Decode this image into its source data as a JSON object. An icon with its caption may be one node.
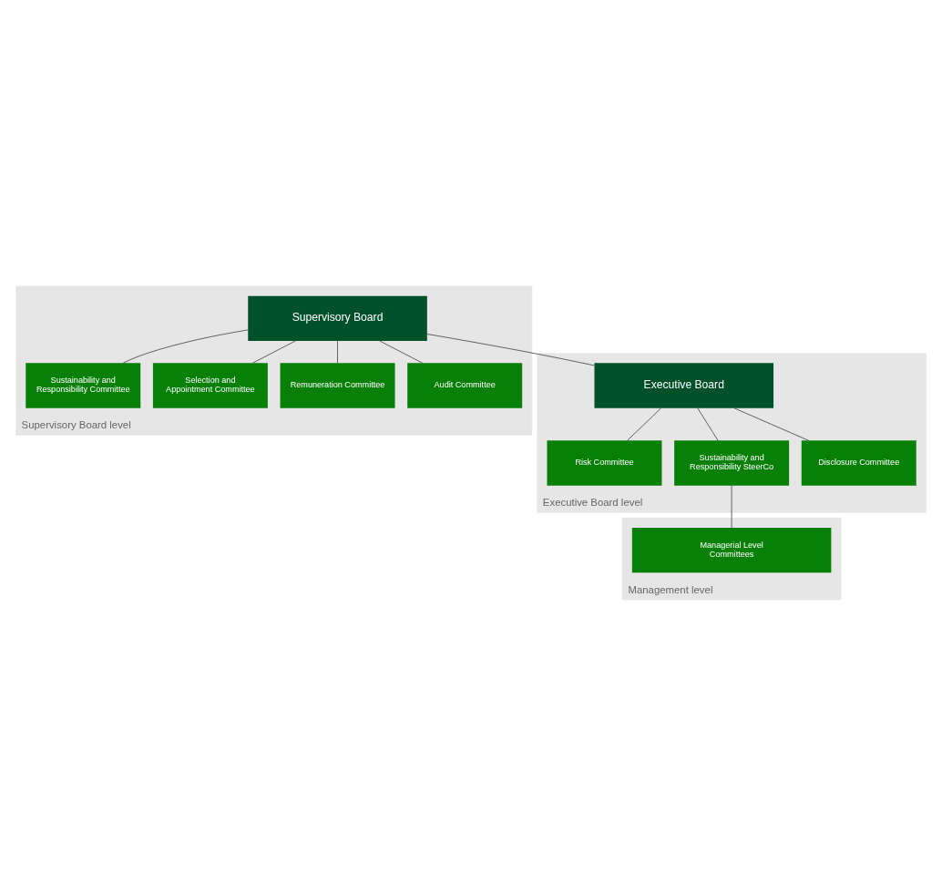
{
  "diagram": {
    "nodes": [
      {
        "text": [
          "Supervisory Board level"
        ]
      },
      {
        "text": [
          "Supervisory Board"
        ],
        "in": 0
      },
      {
        "text": [
          "Sustainability and Responsibility Committee"
        ],
        "in": 0
      },
      {
        "text": [
          "Selection and Appointment Committee"
        ],
        "in": 0
      },
      {
        "text": [
          "Remuneration Committee"
        ],
        "in": 0
      },
      {
        "text": [
          "Audit Committee"
        ],
        "in": 0
      },
      {
        "text": [
          "Executive Board level"
        ]
      },
      {
        "text": [
          "Executive Board"
        ],
        "in": 6
      },
      {
        "text": [
          "Risk Committee"
        ],
        "in": 6
      },
      {
        "text": [
          "Sustainability and Responsibility SteerCo"
        ],
        "in": 6
      },
      {
        "text": [
          "Disclosure Committee"
        ],
        "in": 6
      },
      {
        "text": [
          "Management level"
        ]
      },
      {
        "text": [
          "Managerial Level Committees"
        ],
        "in": 11
      }
    ],
    "edges": [
      {
        "from": 1,
        "to": 2,
        "arrow": "none"
      },
      {
        "from": 1,
        "to": 3,
        "arrow": "none"
      },
      {
        "from": 1,
        "to": 4,
        "arrow": "none"
      },
      {
        "from": 1,
        "to": 5,
        "arrow": "none"
      },
      {
        "from": 1,
        "to": 7,
        "arrow": "none"
      },
      {
        "from": 7,
        "to": 8,
        "arrow": "none"
      },
      {
        "from": 7,
        "to": 9,
        "arrow": "none"
      },
      {
        "from": 7,
        "to": 10,
        "arrow": "none"
      },
      {
        "from": 9,
        "to": 12,
        "arrow": "none"
      }
    ]
  }
}
